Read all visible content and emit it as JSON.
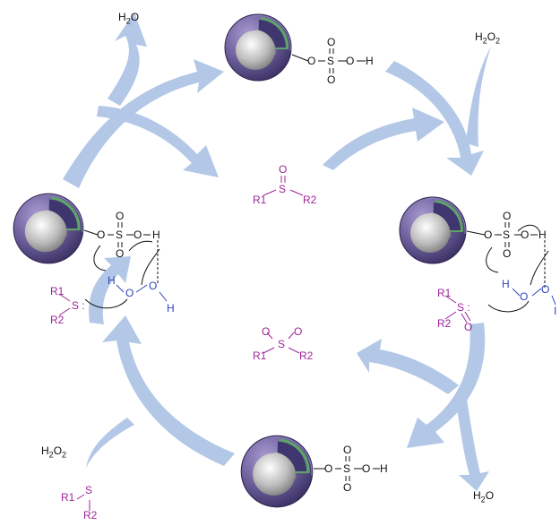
{
  "colors": {
    "arrow": "#b3c7e6",
    "sphere_shell": "#6c5f9c",
    "sphere_core": "#d9d9d9",
    "sulfur_species": "#a0249a",
    "peroxide_h": "#2a46b8"
  },
  "icons": [
    "core-shell-nanoparticle-icon",
    "curved-flow-arrow-icon"
  ],
  "labels": {
    "h2o_top_left": "H2O",
    "h2o2_top_right": "H2O2",
    "h2o2_bottom_left": "H2O2",
    "h2o_bottom_right": "H2O"
  },
  "sulfonic_group": {
    "O": "O",
    "S": "S",
    "H": "H"
  },
  "sulfoxide": {
    "O": "O",
    "S": "S",
    "R1": "R1",
    "R2": "R2"
  },
  "sulfone": {
    "O": "O",
    "S": "S",
    "R1": "R1",
    "R2": "R2"
  },
  "sulfide": {
    "S": "S",
    "R1": "R1",
    "R2": "R2"
  },
  "peroxide": {
    "H": "H",
    "O": "O"
  },
  "truncated_right_h": "I"
}
